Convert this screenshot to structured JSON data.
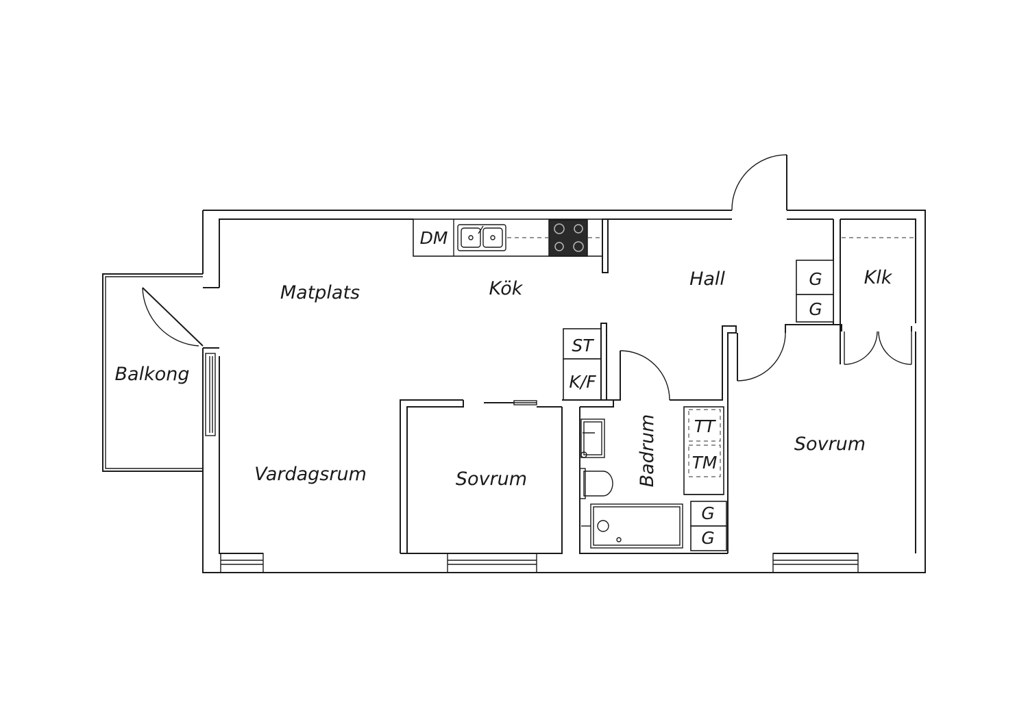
{
  "rooms": {
    "matplats": "Matplats",
    "kok": "Kök",
    "hall": "Hall",
    "klk": "Klk",
    "balkong": "Balkong",
    "vardagsrum": "Vardagsrum",
    "sovrum_middle": "Sovrum",
    "badrum": "Badrum",
    "sovrum_right": "Sovrum"
  },
  "fixtures": {
    "dm": "DM",
    "st": "ST",
    "kf": "K/F",
    "g_hall_top": "G",
    "g_hall_bottom": "G",
    "tt": "TT",
    "tm": "TM",
    "g_bath_top": "G",
    "g_bath_bottom": "G"
  }
}
